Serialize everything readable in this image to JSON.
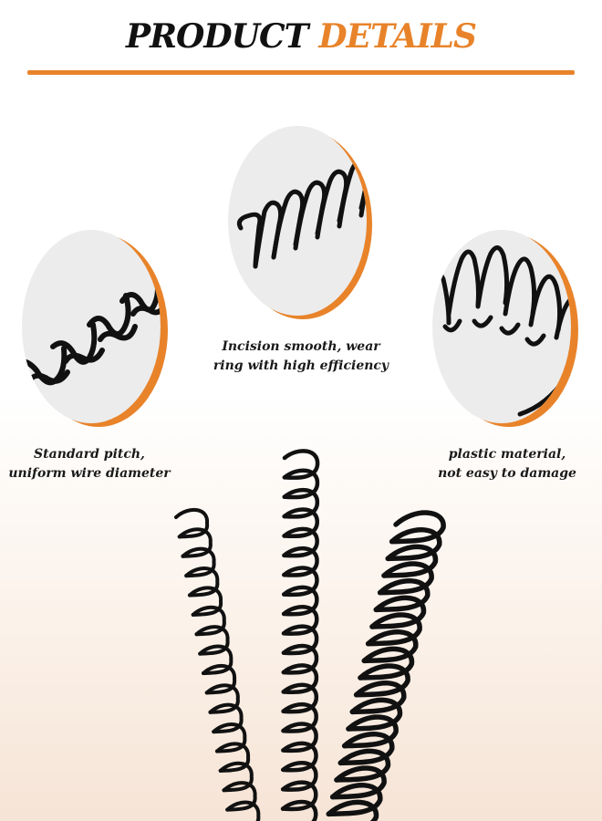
{
  "header": {
    "title_part1": "PRODUCT",
    "title_part2": "DETAILS"
  },
  "colors": {
    "accent": "#e8832a",
    "title_dark": "#111111",
    "coil": "#111111",
    "circle_fill": "#ececec"
  },
  "details": [
    {
      "line1": "Standard pitch,",
      "line2": "uniform wire diameter"
    },
    {
      "line1": "Incision smooth, wear",
      "line2": "ring with high efficiency"
    },
    {
      "line1": "plastic material,",
      "line2": "not easy to damage"
    }
  ],
  "icons": {
    "left_detail": "coil-closeup-pitch",
    "center_detail": "coil-closeup-end",
    "right_detail": "coil-closeup-material",
    "product": "spiral-binding-coils"
  }
}
